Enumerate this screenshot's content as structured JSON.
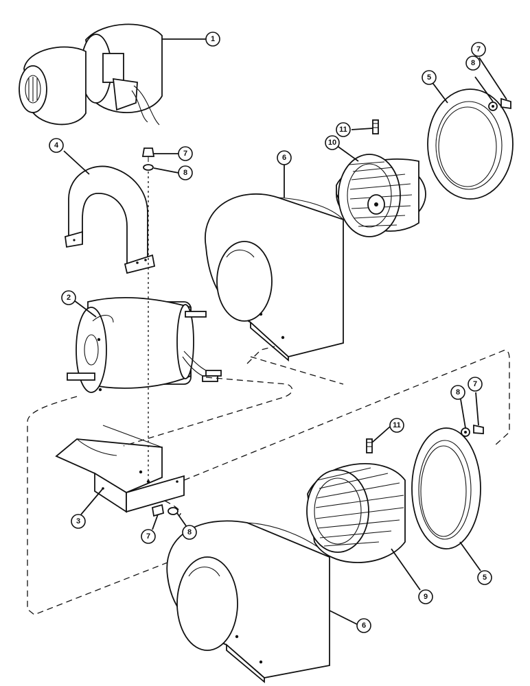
{
  "callouts": {
    "c1": "1",
    "c2": "2",
    "c3": "3",
    "c4": "4",
    "c5a": "5",
    "c5b": "5",
    "c6a": "6",
    "c6b": "6",
    "c7a": "7",
    "c7b": "7",
    "c7c": "7",
    "c7d": "7",
    "c8a": "8",
    "c8b": "8",
    "c8c": "8",
    "c8d": "8",
    "c9": "9",
    "c10": "10",
    "c11a": "11",
    "c11b": "11"
  }
}
